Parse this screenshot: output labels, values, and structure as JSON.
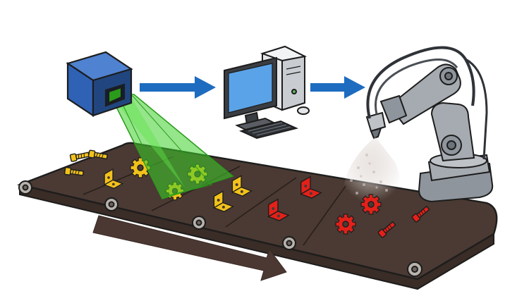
{
  "diagram": {
    "stages": [
      {
        "id": "vision-camera",
        "icon": "camera-icon"
      },
      {
        "id": "control-computer",
        "icon": "computer-icon"
      },
      {
        "id": "robot-arm-sprayer",
        "icon": "robot-arm-icon"
      }
    ],
    "flow": [
      "vision-camera",
      "control-computer",
      "robot-arm-sprayer"
    ],
    "conveyor_direction": "left-to-right",
    "parts": {
      "unprocessed": [
        "bolt",
        "bracket",
        "gear"
      ],
      "processed": [
        "bracket",
        "gear",
        "bolt"
      ]
    },
    "colors": {
      "camera_body": "#2f62b4",
      "camera_face": "#21467f",
      "scan_beam": "#3ecf2a",
      "flow_arrow": "#1e6cbf",
      "monitor_screen": "#5aa3e8",
      "computer_body": "#e4e6e9",
      "unprocessed_part": "#f2c21b",
      "processed_part": "#e32119",
      "belt_top": "#4a3a33",
      "belt_side": "#3a2c26",
      "direction_arrow": "#4b3833",
      "robot_arm": "#a6abb1",
      "spray_mist": "#cfc6c2",
      "outline": "#1d1d1d"
    }
  }
}
